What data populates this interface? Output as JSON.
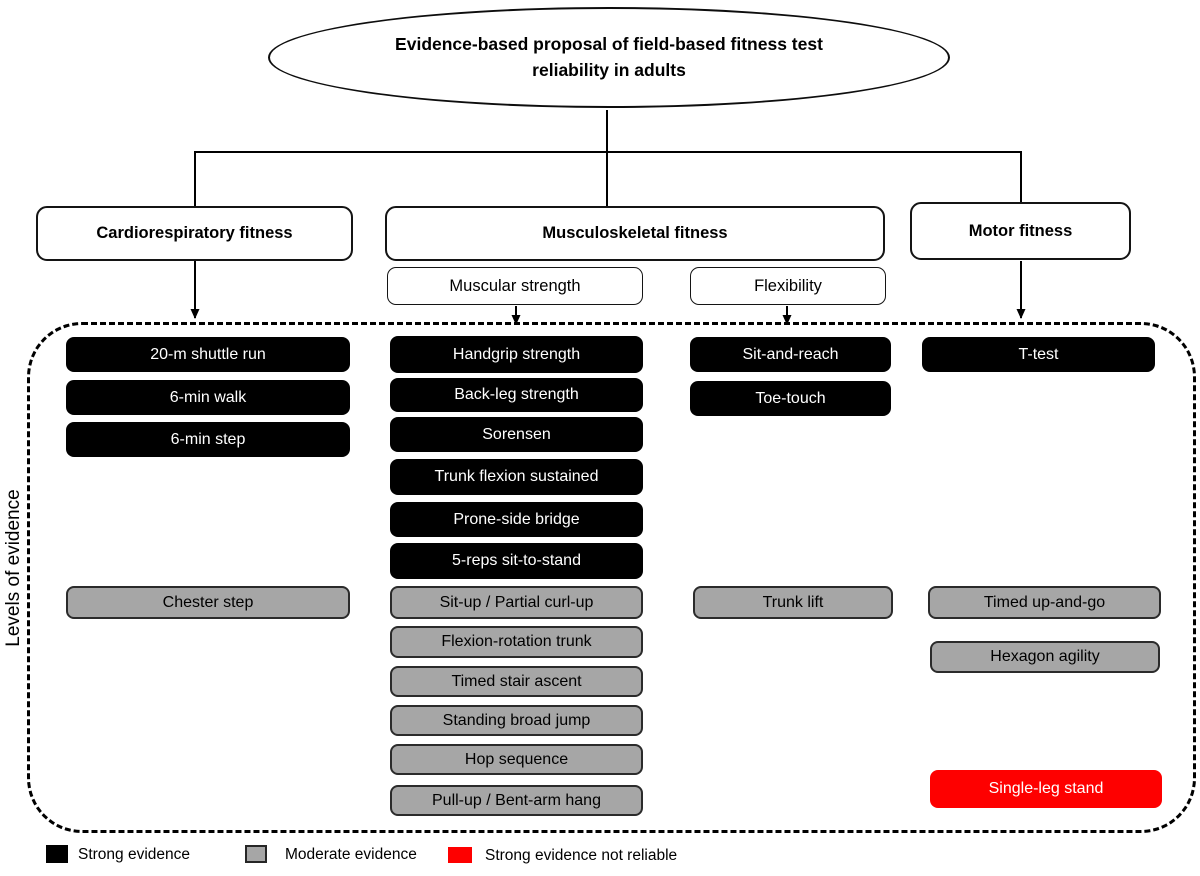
{
  "title": "Evidence-based proposal of field-based fitness test reliability in adults",
  "container_label": "Levels of evidence",
  "categories": {
    "cardio": "Cardiorespiratory fitness",
    "musculo": "Musculoskeletal fitness",
    "motor": "Motor fitness",
    "muscular_strength": "Muscular strength",
    "flexibility": "Flexibility"
  },
  "colors": {
    "strong": "#000000",
    "moderate": "#a6a6a6",
    "not_reliable": "#fe0000"
  },
  "tests": {
    "cardio_strong": [
      "20-m shuttle run",
      "6-min walk",
      "6-min step"
    ],
    "cardio_moderate": [
      "Chester step"
    ],
    "strength_strong": [
      "Handgrip strength",
      "Back-leg strength",
      "Sorensen",
      "Trunk flexion sustained",
      "Prone-side bridge",
      "5-reps sit-to-stand"
    ],
    "strength_moderate": [
      "Sit-up / Partial curl-up",
      "Flexion-rotation trunk",
      "Timed stair ascent",
      "Standing broad jump",
      "Hop sequence",
      "Pull-up / Bent-arm hang"
    ],
    "flexibility_strong": [
      "Sit-and-reach",
      "Toe-touch"
    ],
    "flexibility_moderate": [
      "Trunk lift"
    ],
    "motor_strong": [
      "T-test"
    ],
    "motor_moderate": [
      "Timed up-and-go",
      "Hexagon agility"
    ],
    "motor_not_reliable": [
      "Single-leg stand"
    ]
  },
  "legend": [
    {
      "label": "Strong evidence",
      "color": "#000000"
    },
    {
      "label": "Moderate evidence",
      "color": "#a6a6a6"
    },
    {
      "label": "Strong evidence not reliable",
      "color": "#fe0000"
    }
  ]
}
